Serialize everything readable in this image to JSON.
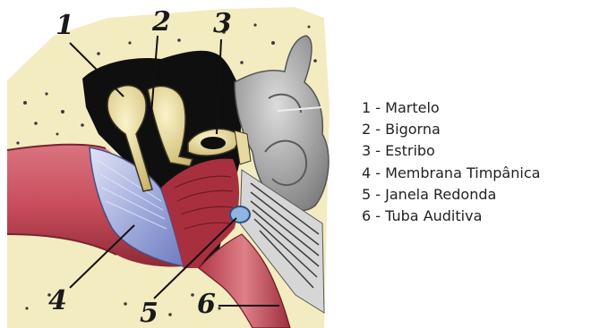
{
  "callouts": [
    "1",
    "2",
    "3",
    "4",
    "5",
    "6"
  ],
  "legend": [
    {
      "number": "1",
      "label": "Martelo"
    },
    {
      "number": "2",
      "label": "Bigorna"
    },
    {
      "number": "3",
      "label": "Estribo"
    },
    {
      "number": "4",
      "label": "Membrana Timpânica"
    },
    {
      "number": "5",
      "label": "Janela Redonda"
    },
    {
      "number": "6",
      "label": "Tuba Auditiva"
    }
  ],
  "separator": "-",
  "colors": {
    "cavity": "#0f0f0f",
    "skin": "#c94d5c",
    "tissue": "#a8303e",
    "bone_bg": "#f3ecc0",
    "ossicle": "#e8d9a2",
    "membrane": "#9aa5d8",
    "cochlea": "#9c9c9c",
    "window": "#8eb6e0"
  }
}
